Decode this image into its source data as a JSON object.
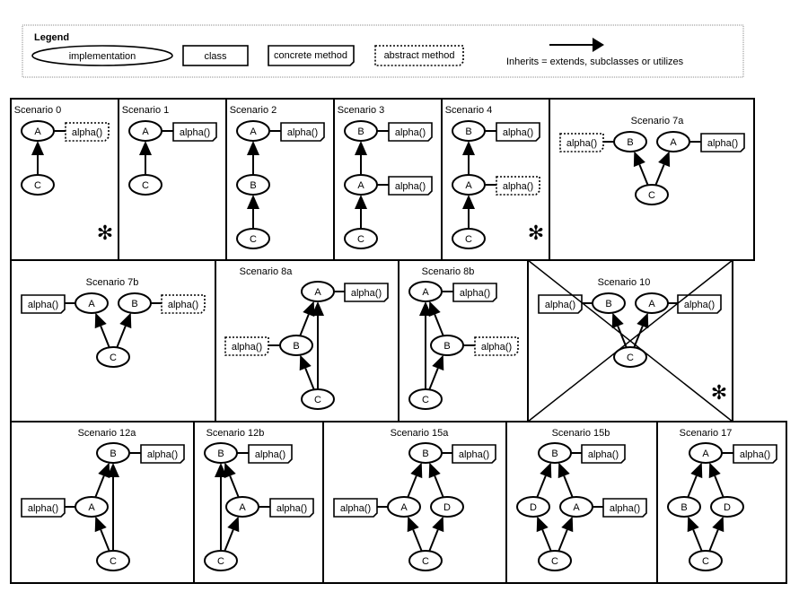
{
  "legend": {
    "title": "Legend",
    "implementation": "implementation",
    "class": "class",
    "concrete_method": "concrete method",
    "abstract_method": "abstract method",
    "inherits": "Inherits = extends, subclasses or utilizes"
  },
  "colors": {
    "stroke": "#000000",
    "background": "#ffffff",
    "legend_border": "#888888"
  },
  "scenarios": [
    {
      "id": "s0",
      "title": "Scenario 0",
      "starred": true,
      "crossed": false,
      "nodes": [
        {
          "id": "A",
          "label": "A"
        },
        {
          "id": "C",
          "label": "C"
        }
      ],
      "methods": [
        {
          "attach": "A",
          "label": "alpha()",
          "kind": "abstract",
          "side": "right"
        }
      ],
      "edges": [
        {
          "from": "C",
          "to": "A"
        }
      ]
    },
    {
      "id": "s1",
      "title": "Scenario 1",
      "starred": false,
      "crossed": false,
      "nodes": [
        {
          "id": "A",
          "label": "A"
        },
        {
          "id": "C",
          "label": "C"
        }
      ],
      "methods": [
        {
          "attach": "A",
          "label": "alpha()",
          "kind": "concrete",
          "side": "right"
        }
      ],
      "edges": [
        {
          "from": "C",
          "to": "A"
        }
      ]
    },
    {
      "id": "s2",
      "title": "Scenario 2",
      "starred": false,
      "crossed": false,
      "nodes": [
        {
          "id": "A",
          "label": "A"
        },
        {
          "id": "B",
          "label": "B"
        },
        {
          "id": "C",
          "label": "C"
        }
      ],
      "methods": [
        {
          "attach": "A",
          "label": "alpha()",
          "kind": "concrete",
          "side": "right"
        }
      ],
      "edges": [
        {
          "from": "B",
          "to": "A"
        },
        {
          "from": "C",
          "to": "B"
        }
      ]
    },
    {
      "id": "s3",
      "title": "Scenario 3",
      "starred": false,
      "crossed": false,
      "nodes": [
        {
          "id": "B",
          "label": "B"
        },
        {
          "id": "A",
          "label": "A"
        },
        {
          "id": "C",
          "label": "C"
        }
      ],
      "methods": [
        {
          "attach": "B",
          "label": "alpha()",
          "kind": "concrete",
          "side": "right"
        },
        {
          "attach": "A",
          "label": "alpha()",
          "kind": "concrete",
          "side": "right"
        }
      ],
      "edges": [
        {
          "from": "A",
          "to": "B"
        },
        {
          "from": "C",
          "to": "A"
        }
      ]
    },
    {
      "id": "s4",
      "title": "Scenario 4",
      "starred": true,
      "crossed": false,
      "nodes": [
        {
          "id": "B",
          "label": "B"
        },
        {
          "id": "A",
          "label": "A"
        },
        {
          "id": "C",
          "label": "C"
        }
      ],
      "methods": [
        {
          "attach": "B",
          "label": "alpha()",
          "kind": "concrete",
          "side": "right"
        },
        {
          "attach": "A",
          "label": "alpha()",
          "kind": "abstract",
          "side": "right"
        }
      ],
      "edges": [
        {
          "from": "A",
          "to": "B"
        },
        {
          "from": "C",
          "to": "A"
        }
      ]
    },
    {
      "id": "s7a",
      "title": "Scenario 7a",
      "starred": false,
      "crossed": false,
      "nodes": [
        {
          "id": "B",
          "label": "B"
        },
        {
          "id": "A",
          "label": "A"
        },
        {
          "id": "C",
          "label": "C"
        }
      ],
      "methods": [
        {
          "attach": "B",
          "label": "alpha()",
          "kind": "abstract",
          "side": "left"
        },
        {
          "attach": "A",
          "label": "alpha()",
          "kind": "concrete",
          "side": "right"
        }
      ],
      "edges": [
        {
          "from": "C",
          "to": "B"
        },
        {
          "from": "C",
          "to": "A"
        }
      ]
    },
    {
      "id": "s7b",
      "title": "Scenario 7b",
      "starred": false,
      "crossed": false,
      "nodes": [
        {
          "id": "A",
          "label": "A"
        },
        {
          "id": "B",
          "label": "B"
        },
        {
          "id": "C",
          "label": "C"
        }
      ],
      "methods": [
        {
          "attach": "A",
          "label": "alpha()",
          "kind": "concrete",
          "side": "left"
        },
        {
          "attach": "B",
          "label": "alpha()",
          "kind": "abstract",
          "side": "right"
        }
      ],
      "edges": [
        {
          "from": "C",
          "to": "A"
        },
        {
          "from": "C",
          "to": "B"
        }
      ]
    },
    {
      "id": "s8a",
      "title": "Scenario 8a",
      "starred": false,
      "crossed": false,
      "nodes": [
        {
          "id": "A",
          "label": "A"
        },
        {
          "id": "B",
          "label": "B"
        },
        {
          "id": "C",
          "label": "C"
        }
      ],
      "methods": [
        {
          "attach": "A",
          "label": "alpha()",
          "kind": "concrete",
          "side": "right"
        },
        {
          "attach": "B",
          "label": "alpha()",
          "kind": "abstract",
          "side": "left"
        }
      ],
      "edges": [
        {
          "from": "B",
          "to": "A"
        },
        {
          "from": "C",
          "to": "B"
        },
        {
          "from": "C",
          "to": "A"
        }
      ]
    },
    {
      "id": "s8b",
      "title": "Scenario 8b",
      "starred": false,
      "crossed": false,
      "nodes": [
        {
          "id": "A",
          "label": "A"
        },
        {
          "id": "B",
          "label": "B"
        },
        {
          "id": "C",
          "label": "C"
        }
      ],
      "methods": [
        {
          "attach": "A",
          "label": "alpha()",
          "kind": "concrete",
          "side": "right"
        },
        {
          "attach": "B",
          "label": "alpha()",
          "kind": "abstract",
          "side": "right"
        }
      ],
      "edges": [
        {
          "from": "B",
          "to": "A"
        },
        {
          "from": "C",
          "to": "B"
        },
        {
          "from": "C",
          "to": "A"
        }
      ]
    },
    {
      "id": "s10",
      "title": "Scenario 10",
      "starred": true,
      "crossed": true,
      "nodes": [
        {
          "id": "B",
          "label": "B"
        },
        {
          "id": "A",
          "label": "A"
        },
        {
          "id": "C",
          "label": "C"
        }
      ],
      "methods": [
        {
          "attach": "B",
          "label": "alpha()",
          "kind": "concrete",
          "side": "left"
        },
        {
          "attach": "A",
          "label": "alpha()",
          "kind": "concrete",
          "side": "right"
        }
      ],
      "edges": [
        {
          "from": "C",
          "to": "B"
        },
        {
          "from": "C",
          "to": "A"
        }
      ]
    },
    {
      "id": "s12a",
      "title": "Scenario 12a",
      "starred": false,
      "crossed": false,
      "nodes": [
        {
          "id": "B",
          "label": "B"
        },
        {
          "id": "A",
          "label": "A"
        },
        {
          "id": "C",
          "label": "C"
        }
      ],
      "methods": [
        {
          "attach": "B",
          "label": "alpha()",
          "kind": "concrete",
          "side": "right"
        },
        {
          "attach": "A",
          "label": "alpha()",
          "kind": "concrete",
          "side": "left"
        }
      ],
      "edges": [
        {
          "from": "A",
          "to": "B"
        },
        {
          "from": "C",
          "to": "A"
        },
        {
          "from": "C",
          "to": "B"
        }
      ]
    },
    {
      "id": "s12b",
      "title": "Scenario 12b",
      "starred": false,
      "crossed": false,
      "nodes": [
        {
          "id": "B",
          "label": "B"
        },
        {
          "id": "A",
          "label": "A"
        },
        {
          "id": "C",
          "label": "C"
        }
      ],
      "methods": [
        {
          "attach": "B",
          "label": "alpha()",
          "kind": "concrete",
          "side": "right"
        },
        {
          "attach": "A",
          "label": "alpha()",
          "kind": "concrete",
          "side": "right"
        }
      ],
      "edges": [
        {
          "from": "A",
          "to": "B"
        },
        {
          "from": "C",
          "to": "A"
        },
        {
          "from": "C",
          "to": "B"
        }
      ]
    },
    {
      "id": "s15a",
      "title": "Scenario 15a",
      "starred": false,
      "crossed": false,
      "nodes": [
        {
          "id": "B",
          "label": "B"
        },
        {
          "id": "A",
          "label": "A"
        },
        {
          "id": "D",
          "label": "D"
        },
        {
          "id": "C",
          "label": "C"
        }
      ],
      "methods": [
        {
          "attach": "B",
          "label": "alpha()",
          "kind": "concrete",
          "side": "right"
        },
        {
          "attach": "A",
          "label": "alpha()",
          "kind": "concrete",
          "side": "left"
        }
      ],
      "edges": [
        {
          "from": "A",
          "to": "B"
        },
        {
          "from": "D",
          "to": "B"
        },
        {
          "from": "C",
          "to": "A"
        },
        {
          "from": "C",
          "to": "D"
        }
      ]
    },
    {
      "id": "s15b",
      "title": "Scenario 15b",
      "starred": false,
      "crossed": false,
      "nodes": [
        {
          "id": "B",
          "label": "B"
        },
        {
          "id": "D",
          "label": "D"
        },
        {
          "id": "A",
          "label": "A"
        },
        {
          "id": "C",
          "label": "C"
        }
      ],
      "methods": [
        {
          "attach": "B",
          "label": "alpha()",
          "kind": "concrete",
          "side": "right"
        },
        {
          "attach": "A",
          "label": "alpha()",
          "kind": "concrete",
          "side": "right"
        }
      ],
      "edges": [
        {
          "from": "D",
          "to": "B"
        },
        {
          "from": "A",
          "to": "B"
        },
        {
          "from": "C",
          "to": "D"
        },
        {
          "from": "C",
          "to": "A"
        }
      ]
    },
    {
      "id": "s17",
      "title": "Scenario 17",
      "starred": false,
      "crossed": false,
      "nodes": [
        {
          "id": "A",
          "label": "A"
        },
        {
          "id": "B",
          "label": "B"
        },
        {
          "id": "D",
          "label": "D"
        },
        {
          "id": "C",
          "label": "C"
        }
      ],
      "methods": [
        {
          "attach": "A",
          "label": "alpha()",
          "kind": "concrete",
          "side": "right"
        }
      ],
      "edges": [
        {
          "from": "B",
          "to": "A"
        },
        {
          "from": "D",
          "to": "A"
        },
        {
          "from": "C",
          "to": "B"
        },
        {
          "from": "C",
          "to": "D"
        }
      ]
    }
  ],
  "star_glyph": "✻"
}
